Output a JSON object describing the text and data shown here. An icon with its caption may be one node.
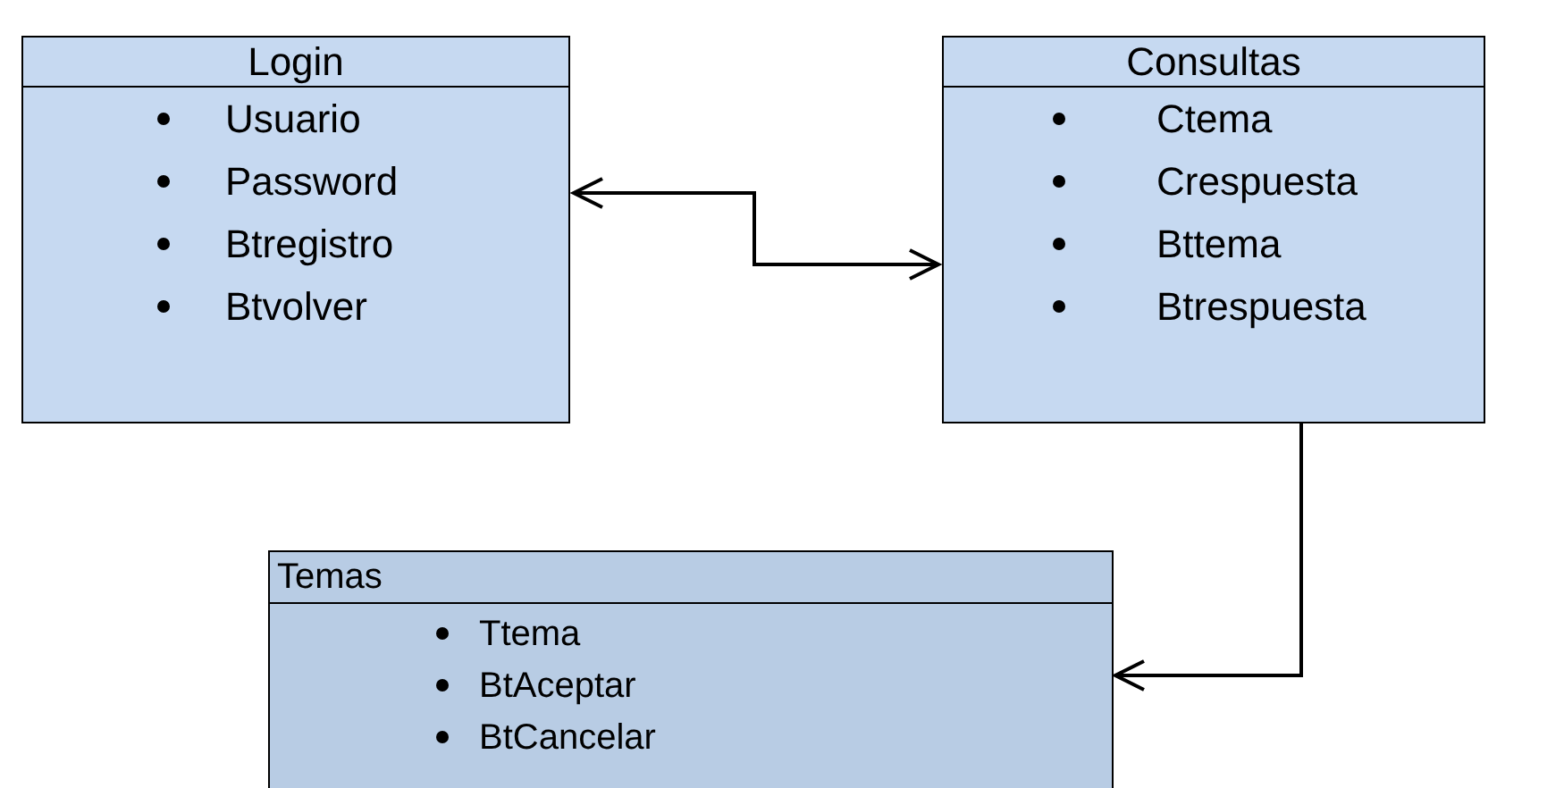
{
  "diagram": {
    "nodes": [
      {
        "text": [
          "Login",
          "Usuario",
          "Password",
          "Btregistro",
          "Btvolver"
        ]
      },
      {
        "text": [
          "Consultas",
          "Ctema",
          "Crespuesta",
          "Bttema",
          "Btrespuesta"
        ]
      },
      {
        "text": [
          "Temas",
          "Ttema",
          "BtAceptar",
          "BtCancelar"
        ]
      }
    ],
    "edges": [
      {
        "from": 0,
        "to": 1,
        "arrow": "both"
      },
      {
        "from": 1,
        "to": 2,
        "arrow": "to"
      }
    ]
  }
}
